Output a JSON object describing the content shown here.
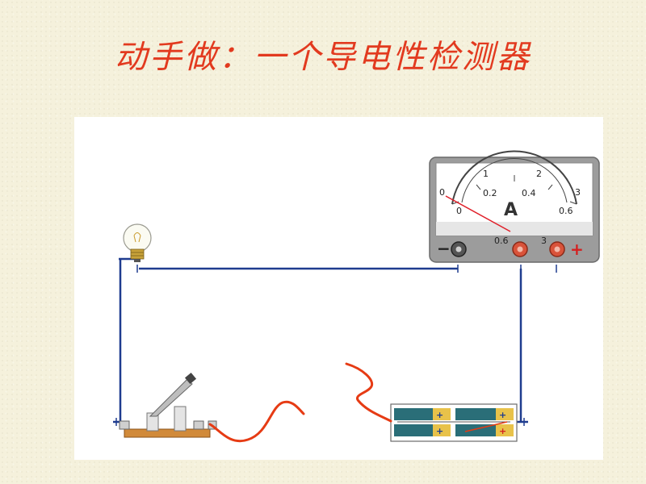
{
  "title": "动手做：一个导电性检测器",
  "ammeter": {
    "unit": "A",
    "top_scale": [
      "0",
      "1",
      "2",
      "3"
    ],
    "bottom_scale": [
      "0",
      "0.2",
      "0.4",
      "0.6"
    ],
    "terminals": {
      "neg": "−",
      "low": "0.6",
      "high": "3",
      "pos": "+"
    }
  },
  "battery": {
    "cell_marks": [
      "+",
      "+",
      "+",
      "+"
    ]
  },
  "colors": {
    "wire": "#1f3c8f",
    "free_wire": "#e63b14",
    "title": "#e23a1f",
    "needle": "#e0202a",
    "terminal": "#d9533a"
  },
  "icons": [
    "light-bulb-icon",
    "knife-switch-icon",
    "battery-pack-icon",
    "ammeter-icon"
  ]
}
